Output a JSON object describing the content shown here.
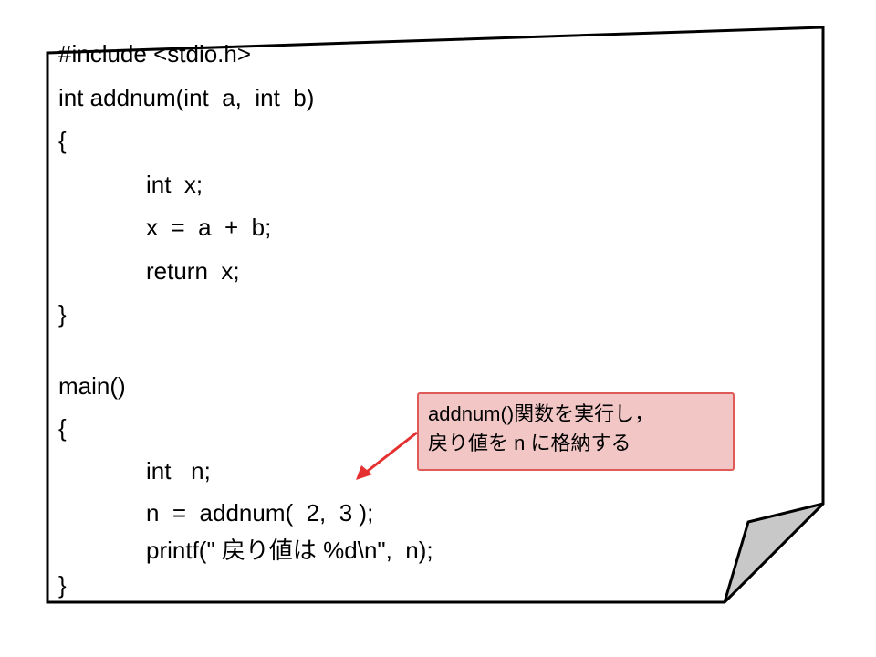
{
  "code": {
    "lines": [
      "#include <stdio.h>",
      "int addnum(int  a,  int  b)",
      "{",
      "int  x;",
      "x  =  a  +  b;",
      "return  x;",
      "}",
      "",
      "main()",
      "{",
      "int   n;",
      "n  =  addnum(  2,  3 );",
      "printf(\" 戻り値は %d\\n\",  n);",
      "}"
    ]
  },
  "callout": {
    "line1": "addnum()関数を実行し，",
    "line2": "戻り値を n に格納する"
  },
  "colors": {
    "callout_fill": "#f3c6c6",
    "callout_border": "#e05a5a",
    "arrow": "#e53030",
    "page_fold": "#c8c8c8"
  }
}
